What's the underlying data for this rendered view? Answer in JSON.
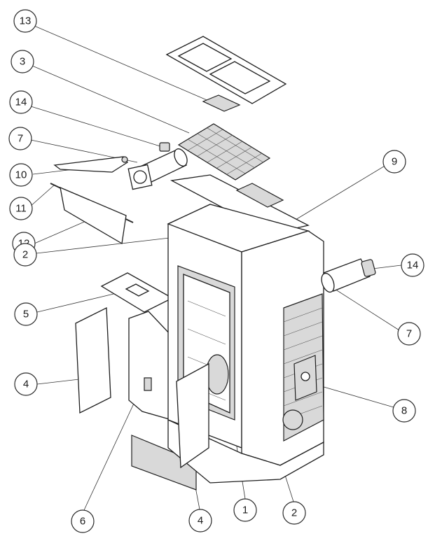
{
  "callouts": {
    "c13": "13",
    "c3": "3",
    "c14a": "14",
    "c7a": "7",
    "c10": "10",
    "c11": "11",
    "c12": "12",
    "c2a": "2",
    "c5": "5",
    "c4a": "4",
    "c6": "6",
    "c4b": "4",
    "c1": "1",
    "c2b": "2",
    "c8": "8",
    "c7b": "7",
    "c14b": "14",
    "c9": "9"
  }
}
